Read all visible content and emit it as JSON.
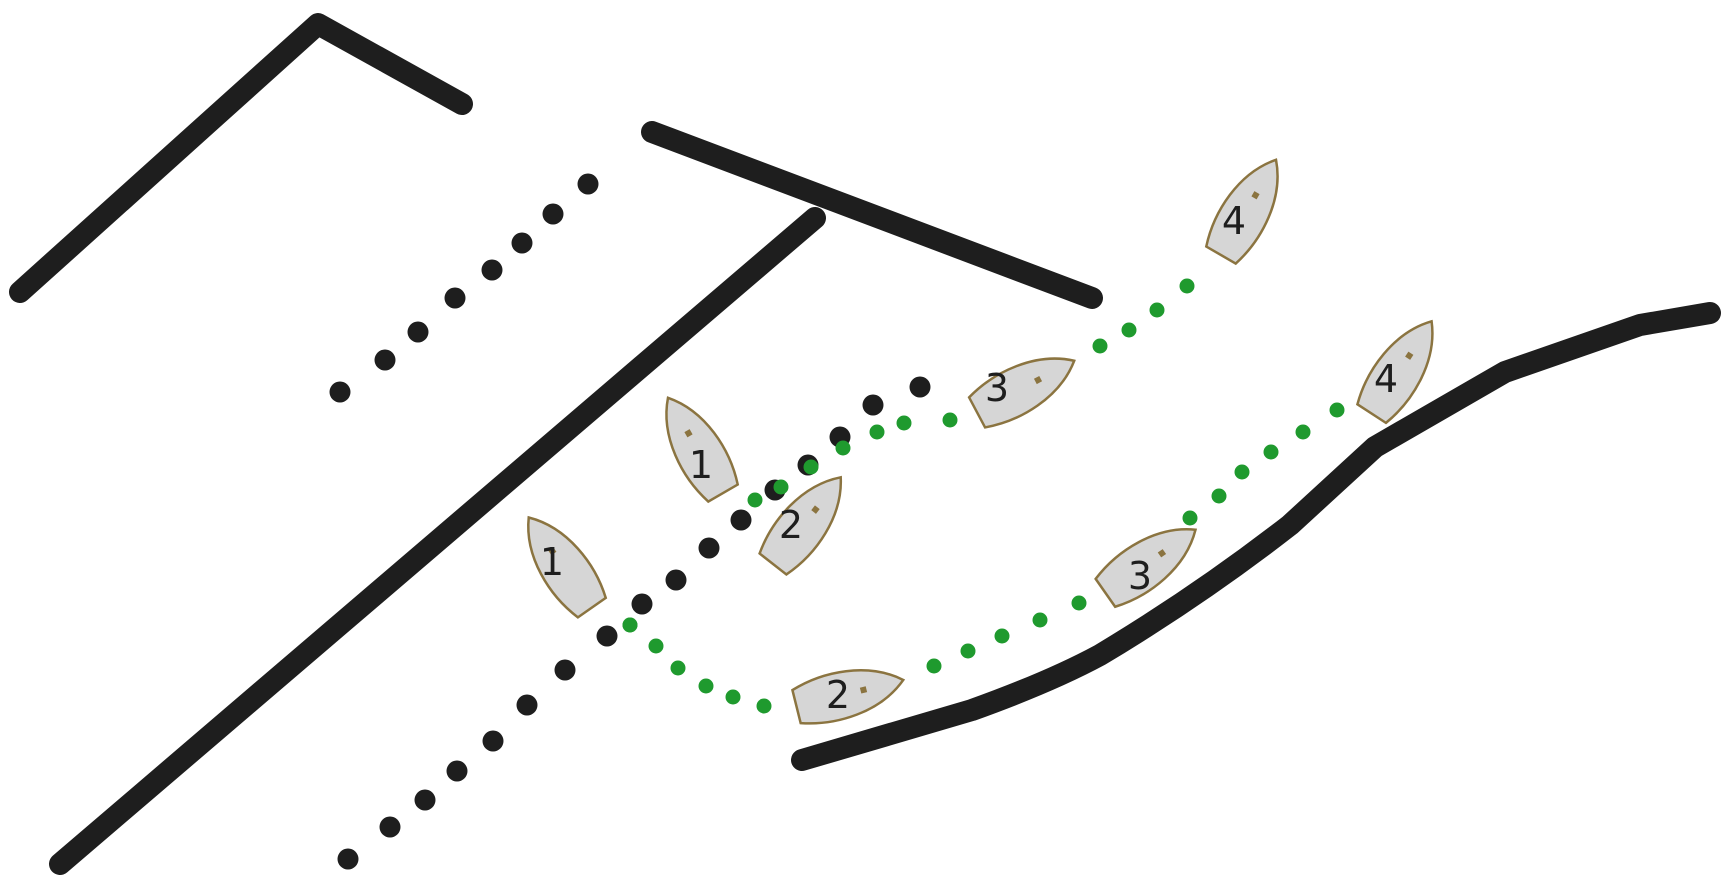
{
  "diagram": {
    "description_colors": {
      "background": "#ffffff",
      "wall": "#1e1e1e",
      "black_dots": "#1e1e1e",
      "green_dots": "#1f9a2e",
      "boat_fill": "#d6d6d6",
      "boat_outline": "#8b7440"
    },
    "boats": [
      {
        "id": "boat-1-top",
        "label": "1"
      },
      {
        "id": "boat-2-top",
        "label": "2"
      },
      {
        "id": "boat-3-top",
        "label": "3"
      },
      {
        "id": "boat-4-top",
        "label": "4"
      },
      {
        "id": "boat-1-bottom",
        "label": "1"
      },
      {
        "id": "boat-2-bottom",
        "label": "2"
      },
      {
        "id": "boat-3-bottom",
        "label": "3"
      },
      {
        "id": "boat-4-bottom",
        "label": "4"
      }
    ]
  }
}
